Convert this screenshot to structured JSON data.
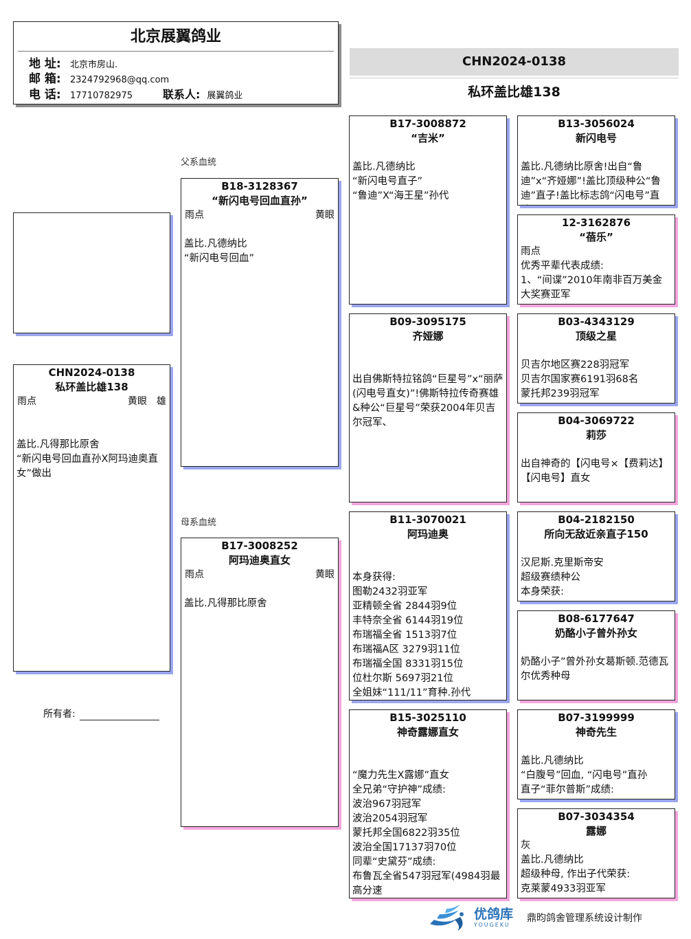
{
  "header": {
    "company": "北京展翼鸽业",
    "address_label": "地 址:",
    "address": "北京市房山.",
    "email_label": "邮 箱:",
    "email": "2324792968@qq.com",
    "phone_label": "电 话:",
    "phone": "17710782975",
    "contact_label": "联系人:",
    "contact": "展翼鸽业"
  },
  "bird": {
    "ring": "CHN2024-0138",
    "name": "私环盖比雄138"
  },
  "main_card": {
    "ring": "CHN2024-0138",
    "name": "私环盖比雄138",
    "color": "雨点",
    "eye": "黄眼",
    "sex": "雄",
    "desc": "盖比.凡得那比原舍\n“新闪电号回血直孙X阿玛迪奥直女”做出"
  },
  "labels": {
    "sire_line": "父系血统",
    "dam_line": "母系血统",
    "owner": "所有者:"
  },
  "sire": {
    "ring": "B18-3128367",
    "name": "“新闪电号回血直孙”",
    "color": "雨点",
    "eye": "黄眼",
    "desc": "盖比.凡德纳比\n“新闪电号回血”"
  },
  "dam": {
    "ring": "B17-3008252",
    "name": "阿玛迪奥直女",
    "color": "雨点",
    "eye": "黄眼",
    "desc": "盖比.凡得那比原舍"
  },
  "g2": [
    {
      "ring": "B17-3008872",
      "name": "“吉米”",
      "desc": "盖比.凡德纳比\n“新闪电号直子”\n“鲁迪”X“海王星”孙代"
    },
    {
      "ring": "B09-3095175",
      "name": "齐娅娜",
      "desc": "出自佛斯特拉铭鸽“巨星号”x“丽萨(闪电号直女)”!佛斯特拉传奇赛雄&种公“巨星号”荣获2004年贝吉尔冠军、"
    },
    {
      "ring": "B11-3070021",
      "name": "阿玛迪奥",
      "desc": "本身获得:\n图勒2432羽亚军\n亚精顿全省 2844羽9位\n丰特奈全省 6144羽19位\n布瑞福全省 1513羽7位\n布瑞福A区 3279羽11位\n布瑞福全国 8331羽15位\n位杜尔斯 5697羽21位\n全姐妹“111/11”育种.孙代"
    },
    {
      "ring": "B15-3025110",
      "name": "神奇露娜直女",
      "desc": "“魔力先生X露娜”直女\n全兄弟“守护神”成绩:\n波治967羽冠军\n波治2054羽冠军\n蒙托邦全国6822羽35位\n波治全国17137羽70位\n同辈“史黛芬”成绩:\n布鲁瓦全省547羽冠军(4984羽最高分速"
    }
  ],
  "g3": [
    {
      "ring": "B13-3056024",
      "name": "新闪电号",
      "desc": "盖比.凡德纳比原舍!出自“鲁迪”x“齐娅娜”!盖比顶级种公“鲁迪”直子!盖比标志鸽“闪电号”直孙!"
    },
    {
      "ring": "12-3162876",
      "name": "“蓓乐”",
      "desc": "雨点\n优秀平辈代表成绩:\n1、“间谍”2010年南非百万美金大奖赛亚军"
    },
    {
      "ring": "B03-4343129",
      "name": "顶级之星",
      "desc": "贝吉尔地区赛228羽冠军\n贝吉尔国家赛6191羽68名\n蒙托邦239羽冠军"
    },
    {
      "ring": "B04-3069722",
      "name": "莉莎",
      "desc": "出自神奇的【闪电号×【费莉达】【闪电号】直女"
    },
    {
      "ring": "B04-2182150",
      "name": "所向无敌近亲直子150",
      "desc": "汉尼斯.克里斯帝安\n超级赛绩种公\n本身荣获:"
    },
    {
      "ring": "B08-6177647",
      "name": "奶酪小子曾外孙女",
      "desc": "奶酪小子”曾外孙女葛斯顿.范德瓦尔优秀种母"
    },
    {
      "ring": "B07-3199999",
      "name": "神奇先生",
      "desc": "盖比.凡德纳比\n“白腹号”回血, “闪电号”直孙\n直子“菲尔普斯”成绩:"
    },
    {
      "ring": "B07-3034354",
      "name": "露娜",
      "desc": "灰\n盖比.凡德纳比\n超级种母, 作出子代荣获:\n克莱蒙4933羽亚军"
    }
  ],
  "footer": {
    "brand_cn": "优鸽库",
    "brand_en": "YOUGEKU",
    "credit": "鼎昀鸽舍管理系统设计制作"
  },
  "colors": {
    "sire_shadow": "#9aa6ef",
    "dam_shadow": "#f3a5dd",
    "band": "#dcdcdc",
    "brand": "#2a72b8"
  }
}
